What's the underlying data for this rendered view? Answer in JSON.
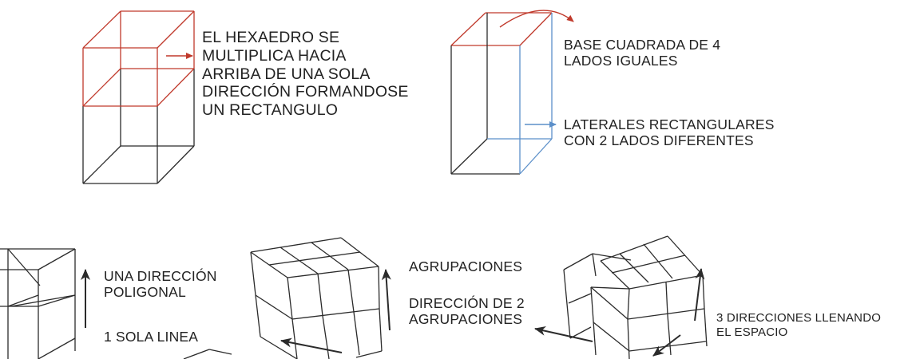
{
  "colors": {
    "ink": "#2b2b2b",
    "red": "#c0392b",
    "blue": "#5b8fc9",
    "text": "#222222"
  },
  "labels": {
    "hexaedro": [
      "EL HEXAEDRO SE",
      "MULTIPLICA HACIA",
      "ARRIBA DE UNA SOLA",
      "DIRECCIÓN FORMANDOSE",
      "UN RECTANGULO"
    ],
    "base": [
      "BASE CUADRADA DE 4",
      "LADOS IGUALES"
    ],
    "laterales": [
      "LATERALES RECTANGULARES",
      "CON 2 LADOS DIFERENTES"
    ],
    "una_direccion": [
      "UNA DIRECCIÓN",
      "POLIGONAL"
    ],
    "sola_linea": "1 SOLA LINEA",
    "agrupaciones": "AGRUPACIONES",
    "direccion_2": [
      "DIRECCIÓN DE 2",
      "AGRUPACIONES"
    ],
    "tres_direcciones": [
      "3 DIRECCIONES LLENANDO",
      "EL ESPACIO"
    ]
  }
}
